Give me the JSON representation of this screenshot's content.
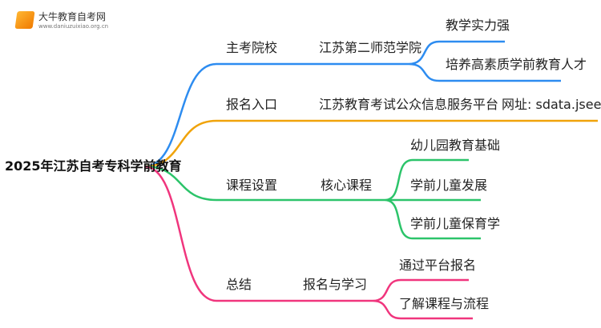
{
  "logo": {
    "name": "大牛教育自考网",
    "url": "www.daniuzuixiao.org.cn"
  },
  "root": "2025年江苏自考专科学前教育",
  "colors": {
    "blue": "#2d8cf0",
    "orange": "#f0a30a",
    "green": "#2cc46a",
    "pink": "#f0357d"
  },
  "branches": [
    {
      "label": "主考院校",
      "child": "江苏第二师范学院",
      "leaves": [
        "教学实力强",
        "培养高素质学前教育人才"
      ]
    },
    {
      "label": "报名入口",
      "child": "江苏教育考试公众信息服务平台",
      "extra": "网址: sdata.jseea.cn"
    },
    {
      "label": "课程设置",
      "child": "核心课程",
      "leaves": [
        "幼儿园教育基础",
        "学前儿童发展",
        "学前儿童保育学"
      ]
    },
    {
      "label": "总结",
      "child": "报名与学习",
      "leaves": [
        "通过平台报名",
        "了解课程与流程"
      ]
    }
  ]
}
